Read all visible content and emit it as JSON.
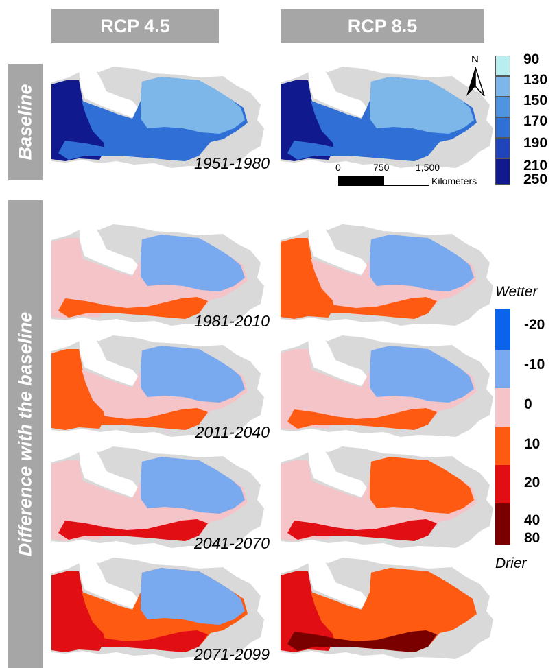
{
  "headers": {
    "rcp45": "RCP 4.5",
    "rcp85": "RCP 8.5"
  },
  "row_labels": {
    "baseline": "Baseline",
    "difference": "Difference with the baseline"
  },
  "periods": {
    "baseline": "1951-1980",
    "p1": "1981-2010",
    "p2": "2011-2040",
    "p3": "2041-2070",
    "p4": "2071-2099"
  },
  "baseline_legend": {
    "labels": [
      "90",
      "130",
      "150",
      "170",
      "190",
      "210",
      "250"
    ],
    "colors": [
      "#b9eef0",
      "#7db6e8",
      "#4f94e0",
      "#2f6fd6",
      "#1f44bb",
      "#101a8e"
    ]
  },
  "difference_legend": {
    "top_word": "Wetter",
    "bottom_word": "Drier",
    "labels": [
      "-20",
      "-10",
      "0",
      "10",
      "20",
      "40",
      "80"
    ],
    "colors": [
      "#0a63ea",
      "#79aaf0",
      "#f5c4c8",
      "#ff5a12",
      "#e10e14",
      "#7a0000"
    ]
  },
  "north_arrow": {
    "label": "N"
  },
  "scale_bar": {
    "ticks": [
      "0",
      "750",
      "1,500"
    ],
    "unit": "Kilometers"
  },
  "colors": {
    "header_bg": "#a6a6a6",
    "land_gray": "#d9d9d9"
  },
  "maps": {
    "baseline_45": {
      "scheme": "baseline",
      "west": 5,
      "central": 3,
      "east": 1,
      "south": 3
    },
    "baseline_85": {
      "scheme": "baseline",
      "west": 5,
      "central": 3,
      "east": 1,
      "south": 3
    },
    "p1_45": {
      "scheme": "difference",
      "west": 2,
      "central": 2,
      "east": 1,
      "south": 3
    },
    "p1_85": {
      "scheme": "difference",
      "west": 3,
      "central": 2,
      "east": 1,
      "south": 3
    },
    "p2_45": {
      "scheme": "difference",
      "west": 3,
      "central": 2,
      "east": 1,
      "south": 3
    },
    "p2_85": {
      "scheme": "difference",
      "west": 2,
      "central": 2,
      "east": 1,
      "south": 3
    },
    "p3_45": {
      "scheme": "difference",
      "west": 2,
      "central": 2,
      "east": 1,
      "south": 4
    },
    "p3_85": {
      "scheme": "difference",
      "west": 2,
      "central": 2,
      "east": 3,
      "south": 4
    },
    "p4_45": {
      "scheme": "difference",
      "west": 4,
      "central": 3,
      "east": 1,
      "south": 4
    },
    "p4_85": {
      "scheme": "difference",
      "west": 4,
      "central": 3,
      "east": 3,
      "south": 5
    }
  }
}
